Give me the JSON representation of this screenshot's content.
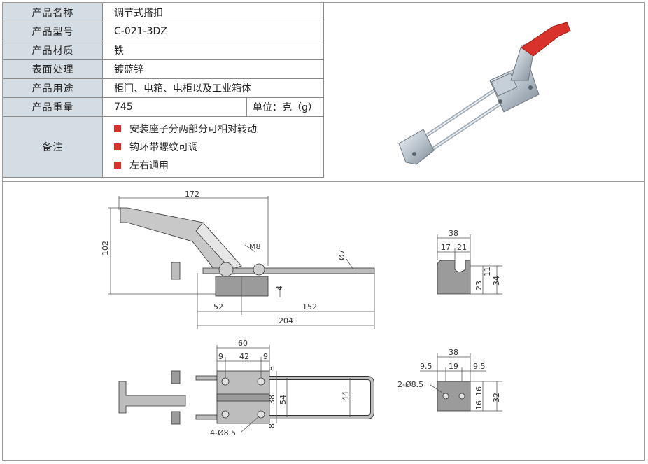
{
  "spec": {
    "name_label": "产品名称",
    "name_value": "调节式搭扣",
    "model_label": "产品型号",
    "model_value": "C-021-3DZ",
    "material_label": "产品材质",
    "material_value": "铁",
    "surface_label": "表面处理",
    "surface_value": "镀蓝锌",
    "use_label": "产品用途",
    "use_value": "柜门、电箱、电柜以及工业箱体",
    "weight_label": "产品重量",
    "weight_value": "745",
    "weight_unit": "单位：克（g）",
    "notes_label": "备注",
    "notes": [
      "安装座子分两部分可相对转动",
      "钩环带螺纹可调",
      "左右通用"
    ]
  },
  "drawing": {
    "side": {
      "overall_width": "172",
      "height": "102",
      "thread": "M8",
      "rod_dia": "Ø7",
      "offset": "4",
      "base": "52",
      "reach": "152",
      "total": "204"
    },
    "end": {
      "width": "38",
      "w1": "17",
      "w2": "21",
      "h1": "23",
      "h2": "11",
      "h3": "34"
    },
    "top": {
      "width": "60",
      "m1": "9",
      "m2": "42",
      "m3": "9",
      "t1": "8",
      "t2": "38",
      "t3": "54",
      "t4": "8",
      "loop": "44",
      "holes": "4-Ø8.5"
    },
    "plate": {
      "width": "38",
      "p1": "9.5",
      "p2": "19",
      "p3": "9.5",
      "holes": "2-Ø8.5",
      "v1": "16",
      "v2": "16",
      "v3": "32"
    }
  },
  "colors": {
    "header_bg": "#d5dde4",
    "bullet": "#d8322a",
    "handle_red": "#d8322a"
  }
}
